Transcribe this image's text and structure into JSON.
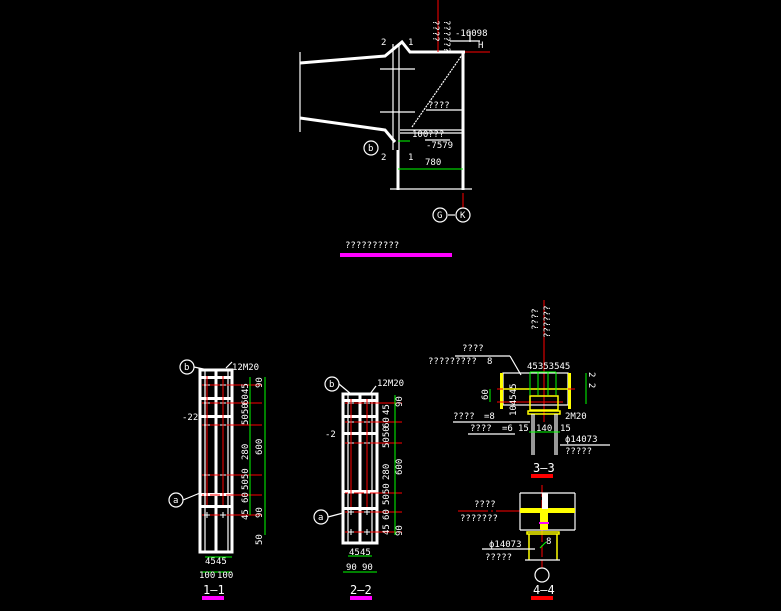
{
  "colors": {
    "background": "#000000",
    "lines": "#ffffff",
    "dimensions": "#00ff00",
    "axes": "#ff0000",
    "weld": "#ffff00",
    "title_bar": "#ff00ff"
  },
  "elevation": {
    "title": "??????????",
    "elev_top": "-16098",
    "elev_mark": "H",
    "elev_bottom": "-7579",
    "dim_100": "100",
    "dim_780": "780",
    "label_note1": "????",
    "label_note2": "???",
    "label_vertical1": "????",
    "label_vertical2": "??????",
    "marker_b": "b",
    "axis_g": "G",
    "axis_k": "K",
    "section_1": "1",
    "section_2": "2"
  },
  "section_1_1": {
    "title": "1—1",
    "bolts": "12M20",
    "marker_b": "b",
    "marker_a": "a",
    "plate": "-22",
    "dims_inner": [
      "45",
      "60",
      "5050",
      "280",
      "5050",
      "60",
      "45"
    ],
    "dims_outer": [
      "90",
      "600",
      "90",
      "50"
    ],
    "dims_bottom": [
      "45",
      "45",
      "100",
      "100"
    ]
  },
  "section_2_2": {
    "title": "2—2",
    "bolts": "12M20",
    "marker_b": "b",
    "marker_a": "a",
    "plate": "-2",
    "dims_inner": [
      "45",
      "60",
      "5050",
      "280",
      "5050",
      "60",
      "45"
    ],
    "dims_outer": [
      "90",
      "600",
      "90"
    ],
    "dims_bottom": [
      "45",
      "45",
      "90",
      "90"
    ]
  },
  "section_3_3": {
    "title": "3—3",
    "note_top": "????",
    "note_weld": "?????????",
    "weld_size": "8",
    "note_vertical1": "????",
    "note_vertical2": "??????",
    "dims_top": "45353545",
    "dim_60": "60",
    "dim_left": "104545",
    "dims_right": "2  2",
    "stiffener1_label": "????",
    "stiffener1_val": "=8",
    "stiffener2_label": "????",
    "stiffener2_val": "=6",
    "dim_15a": "15",
    "dim_140": "140",
    "dim_15b": "15",
    "bolts": "2M20",
    "pipe": "ϕ14073",
    "pipe_note": "?????"
  },
  "section_4_4": {
    "title": "4—4",
    "note1": "????",
    "note2": "???????",
    "pipe": "ϕ14073",
    "pipe_note": "?????",
    "weld_size": "8"
  }
}
